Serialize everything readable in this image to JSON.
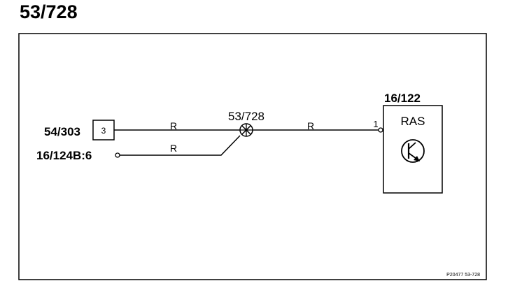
{
  "page_title": "53/728",
  "connector_left": {
    "id": "54/303",
    "pin": "3"
  },
  "lower_input": {
    "id": "16/124B:6"
  },
  "splice": {
    "id": "53/728"
  },
  "wire_color_label": "R",
  "component": {
    "id": "16/122",
    "name": "RAS",
    "pin": "1"
  },
  "footer_ref": "P20477  53-728"
}
